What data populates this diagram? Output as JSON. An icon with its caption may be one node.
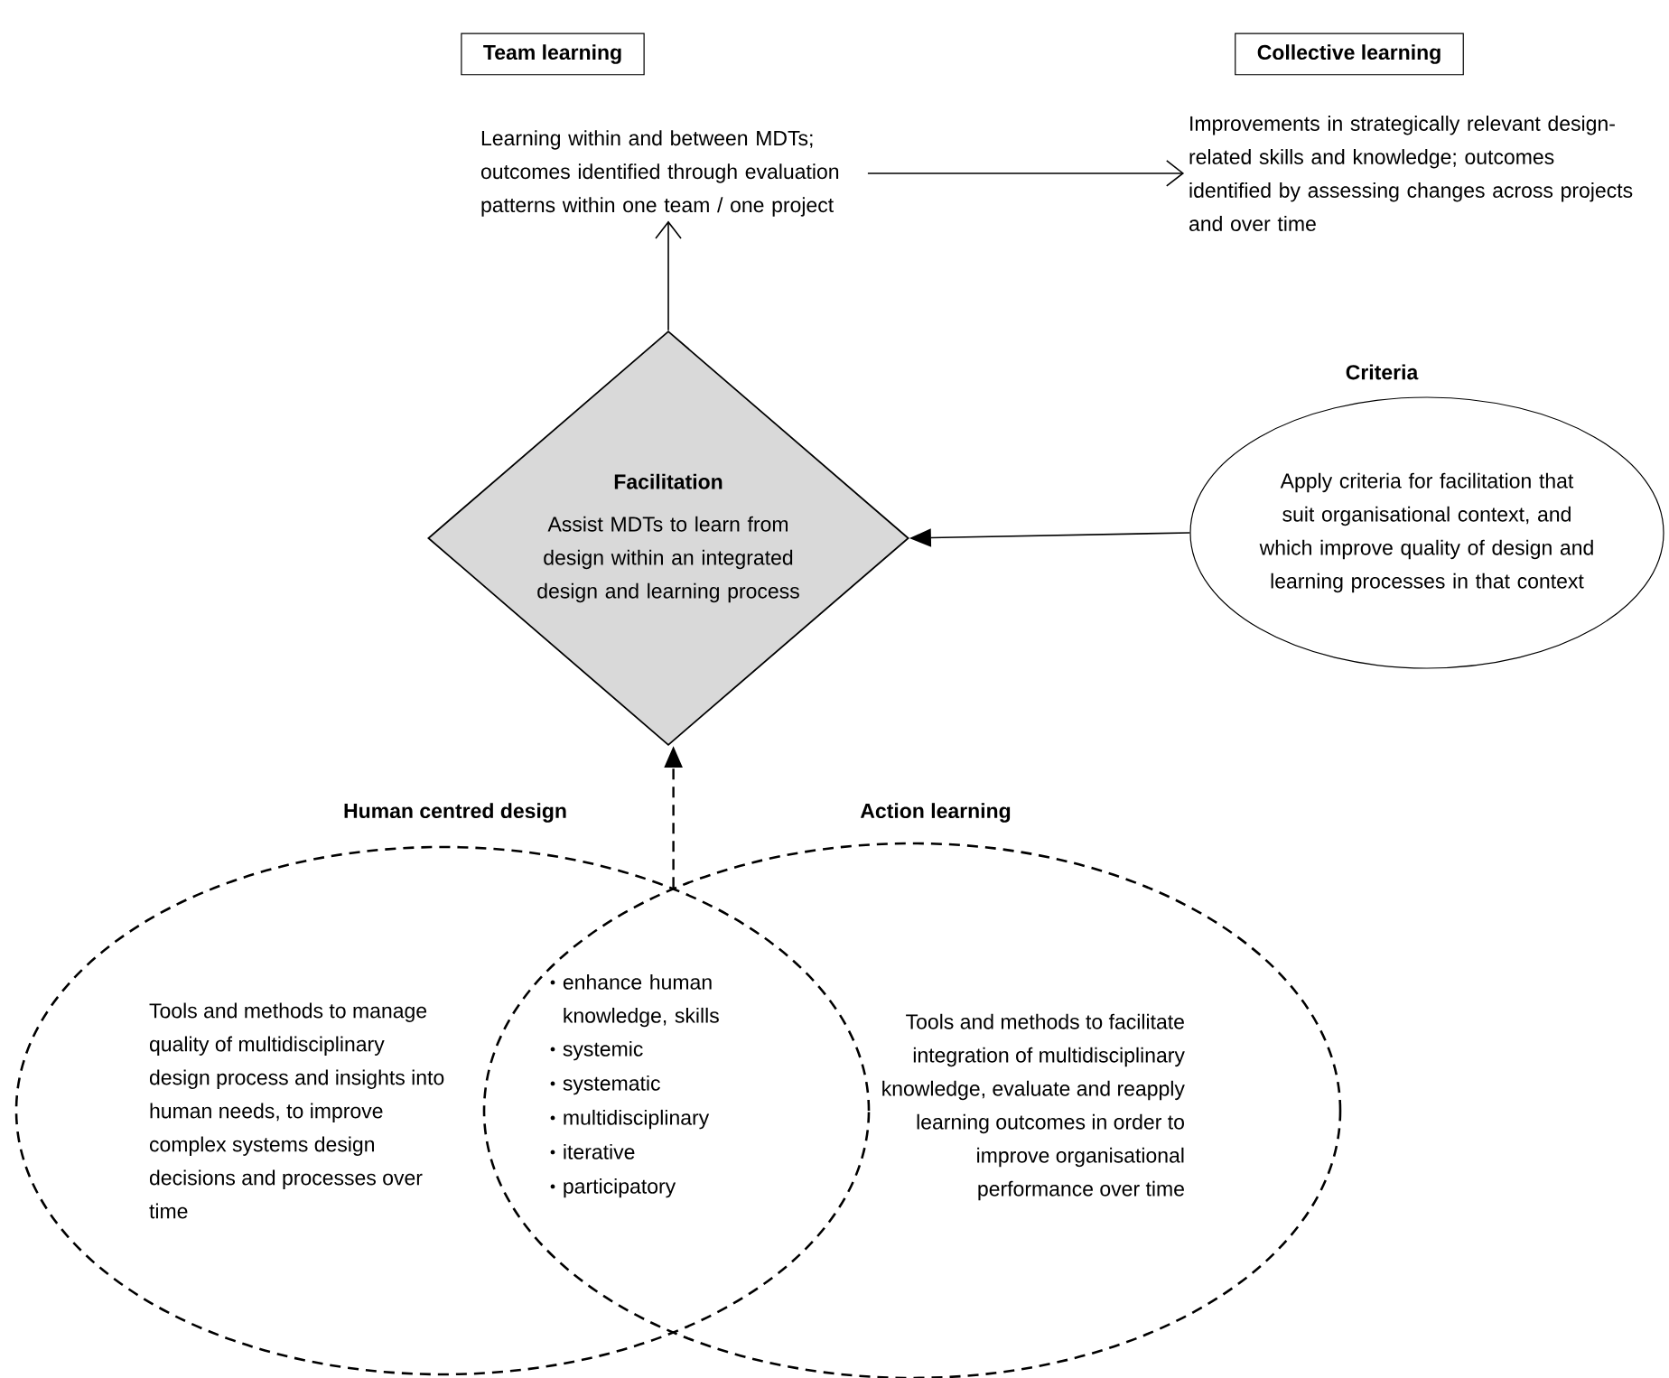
{
  "diagram": {
    "nodes": [
      {
        "text": [
          "Team learning"
        ]
      },
      {
        "text": [
          "Learning within and between MDTs; outcomes identified through evaluation patterns within one team / one project"
        ]
      },
      {
        "text": [
          "Collective learning"
        ]
      },
      {
        "text": [
          "Improvements in strategically relevant design-related skills and knowledge; outcomes identified by assessing changes across projects and over time"
        ]
      },
      {
        "text": [
          "Facilitation",
          "Assist MDTs to learn from design within an integrated design and learning process"
        ]
      },
      {
        "text": [
          "Criteria",
          "Apply criteria for facilitation that suit organisational context, and which improve quality of design and learning processes in that context"
        ]
      },
      {
        "text": [
          "Human centred design",
          "Tools and methods to manage quality of multidisciplinary design process and insights into human needs, to improve complex systems design decisions and processes over time"
        ]
      },
      {
        "text": [
          "Action learning",
          "Tools and methods to facilitate integration of multidisciplinary knowledge, evaluate and reapply learning outcomes in order to improve organisational performance over time"
        ]
      }
    ],
    "edges": [
      {
        "from": 4,
        "to": 1,
        "arrow": "to"
      },
      {
        "from": 1,
        "to": 3,
        "arrow": "to"
      },
      {
        "from": 5,
        "to": 4,
        "arrow": "to"
      },
      {
        "from": 6,
        "to": 4,
        "arrow": "to",
        "style": "dashed"
      }
    ],
    "labels": [
      "enhance human knowledge, skills",
      "systemic",
      "systematic",
      "multidisciplinary",
      "iterative",
      "participatory"
    ]
  }
}
